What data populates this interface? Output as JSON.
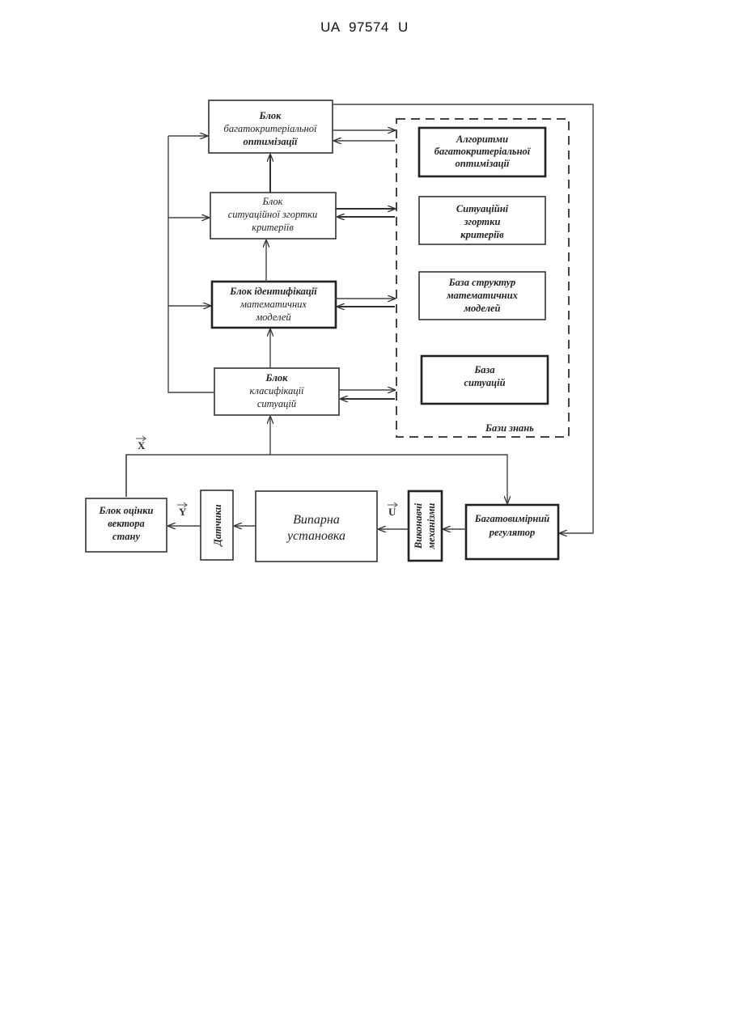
{
  "header": {
    "doc_number": "UA   97574   U"
  },
  "diagram": {
    "blocks": {
      "optimization": [
        "Блок",
        "багатокритеріальної",
        "оптимізації"
      ],
      "convolution": [
        "Блок",
        "ситуаційної згортки",
        "критеріїв"
      ],
      "identification": [
        "Блок ідентифікації",
        "математичних",
        "моделей"
      ],
      "classification": [
        "Блок",
        "класифікації",
        "ситуацій"
      ],
      "state_estimation": [
        "Блок оцінки",
        "вектора",
        "стану"
      ],
      "sensors": "Датчики",
      "plant": [
        "Випарна",
        "установка"
      ],
      "actuators": [
        "Виконавчі",
        "механізми"
      ],
      "regulator": [
        "Багатовимірний",
        "регулятор"
      ]
    },
    "knowledge_base": {
      "title": "Бази знань",
      "items": {
        "algorithms": [
          "Алгоритми",
          "багатокритеріальної",
          "оптимізації"
        ],
        "convolutions": [
          "Ситуаційні",
          "згортки",
          "критеріїв"
        ],
        "structures": [
          "База структур",
          "математичних",
          "моделей"
        ],
        "situations": [
          "База",
          "ситуацій"
        ]
      }
    },
    "signals": {
      "x": "X",
      "y": "Y",
      "u": "U"
    }
  }
}
